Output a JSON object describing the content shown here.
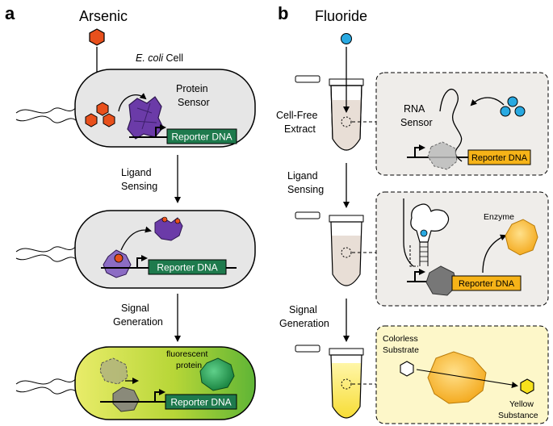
{
  "panel_a": {
    "letter": "a",
    "title": "Arsenic",
    "cell_label_italic": "E. coli",
    "cell_label_rest": " Cell",
    "protein_sensor_line1": "Protein",
    "protein_sensor_line2": "Sensor",
    "reporter_dna_1": "Reporter DNA",
    "reporter_dna_2": "Reporter DNA",
    "reporter_dna_3": "Reporter DNA",
    "step1_line1": "Ligand",
    "step1_line2": "Sensing",
    "step2_line1": "Signal",
    "step2_line2": "Generation",
    "fluor_line1": "fluorescent",
    "fluor_line2": "protein"
  },
  "panel_b": {
    "letter": "b",
    "title": "Fluoride",
    "extract_line1": "Cell-Free",
    "extract_line2": "Extract",
    "rna_line1": "RNA",
    "rna_line2": "Sensor",
    "reporter_dna_1": "Reporter DNA",
    "reporter_dna_2": "Reporter DNA",
    "step1_line1": "Ligand",
    "step1_line2": "Sensing",
    "step2_line1": "Signal",
    "step2_line2": "Generation",
    "enzyme": "Enzyme",
    "substrate_line1": "Colorless",
    "substrate_line2": "Substrate",
    "product_line1": "Yellow",
    "product_line2": "Substance"
  },
  "colors": {
    "arsenic": "#e8501c",
    "fluoride": "#29a9e1",
    "protein_sensor": "#6b3ba8",
    "reporter_green": "#1e7a4d",
    "reporter_yellow": "#f6b318",
    "cell_fill": "#e6e6e6",
    "box_fill": "#efedea",
    "yellow_box_fill": "#fdf7c9",
    "polymerase_gray": "#9a9a9a",
    "enzyme_orange": "#f7b525",
    "fluorescent_green": "#1a9a4a"
  }
}
